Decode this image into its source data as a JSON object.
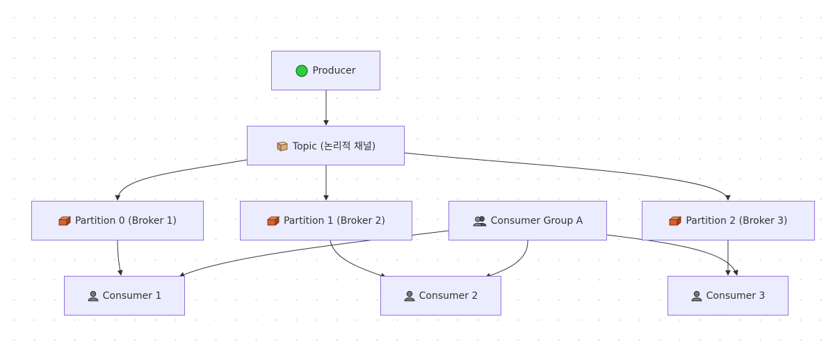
{
  "nodes": {
    "producer": {
      "label": "Producer",
      "icon": "green-circle-icon"
    },
    "topic": {
      "label": "Topic (논리적 채널)",
      "icon": "package-icon"
    },
    "partition0": {
      "label": "Partition 0 (Broker 1)",
      "icon": "brick-icon"
    },
    "partition1": {
      "label": "Partition 1 (Broker 2)",
      "icon": "brick-icon"
    },
    "group": {
      "label": "Consumer Group A",
      "icon": "users-icon"
    },
    "partition2": {
      "label": "Partition 2 (Broker 3)",
      "icon": "brick-icon"
    },
    "consumer1": {
      "label": "Consumer 1",
      "icon": "user-icon"
    },
    "consumer2": {
      "label": "Consumer 2",
      "icon": "user-icon"
    },
    "consumer3": {
      "label": "Consumer 3",
      "icon": "user-icon"
    }
  },
  "edges": [
    {
      "from": "Producer",
      "to": "Topic"
    },
    {
      "from": "Topic",
      "to": "Partition 0"
    },
    {
      "from": "Topic",
      "to": "Partition 1"
    },
    {
      "from": "Topic",
      "to": "Partition 2"
    },
    {
      "from": "Partition 0",
      "to": "Consumer 1"
    },
    {
      "from": "Partition 1",
      "to": "Consumer 2"
    },
    {
      "from": "Partition 2",
      "to": "Consumer 3"
    },
    {
      "from": "Consumer Group A",
      "to": "Consumer 1"
    },
    {
      "from": "Consumer Group A",
      "to": "Consumer 2"
    },
    {
      "from": "Consumer Group A",
      "to": "Consumer 3"
    }
  ],
  "colors": {
    "node_fill": "#ececff",
    "node_border": "#9370db",
    "edge": "#333333"
  }
}
